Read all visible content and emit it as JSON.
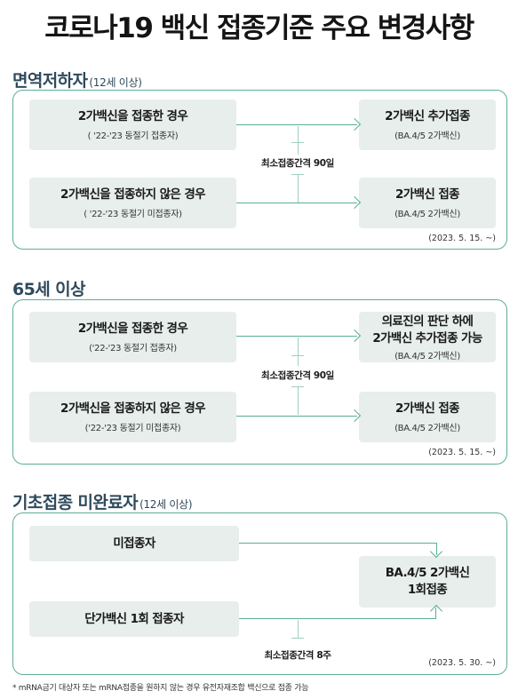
{
  "title": "코로나19 백신 접종기준 주요 변경사항",
  "sections": [
    {
      "title": "면역저하자",
      "subtitle": "(12세 이상)",
      "left": [
        {
          "main": "2가백신을 접종한 경우",
          "sub": "( '22-'23 동절기 접종자)"
        },
        {
          "main": "2가백신을 접종하지 않은 경우",
          "sub": "( '22-'23 동절기 미접종자)"
        }
      ],
      "right": [
        {
          "lines": [
            "2가백신 추가접종"
          ],
          "sub": "(BA.4/5 2가백신)"
        },
        {
          "lines": [
            "2가백신 접종"
          ],
          "sub": "(BA.4/5  2가백신)"
        }
      ],
      "interval": "최소접종간격 90일",
      "date": "(2023. 5. 15. ~)"
    },
    {
      "title": "65세 이상",
      "subtitle": "",
      "left": [
        {
          "main": "2가백신을 접종한 경우",
          "sub": "('22-'23 동절기 접종자)"
        },
        {
          "main": "2가백신을 접종하지 않은 경우",
          "sub": "('22-'23 동절기 미접종자)"
        }
      ],
      "right": [
        {
          "lines": [
            "의료진의 판단 하에",
            "2가백신 추가접종 가능"
          ],
          "sub": "(BA.4/5 2가백신)"
        },
        {
          "lines": [
            "2가백신 접종"
          ],
          "sub": "(BA.4/5 2가백신)"
        }
      ],
      "interval": "최소접종간격 90일",
      "date": "(2023. 5. 15. ~)"
    },
    {
      "title": "기초접종 미완료자",
      "subtitle": "(12세 이상)",
      "left": [
        {
          "main": "미접종자"
        },
        {
          "main": "단가백신 1회 접종자"
        }
      ],
      "right": [
        {
          "lines": [
            "BA.4/5 2가백신",
            "1회접종"
          ]
        }
      ],
      "interval": "최소접종간격 8주",
      "date": "(2023. 5. 30. ~)"
    }
  ],
  "footnote": "* mRNA금기 대상자 또는 mRNA접종을 원하지 않는 경우 유전자재조합 백신으로 접종 가능",
  "colors": {
    "accent": "#5bae97",
    "box": "#e7eeeb",
    "heading": "#2f4a5c"
  }
}
